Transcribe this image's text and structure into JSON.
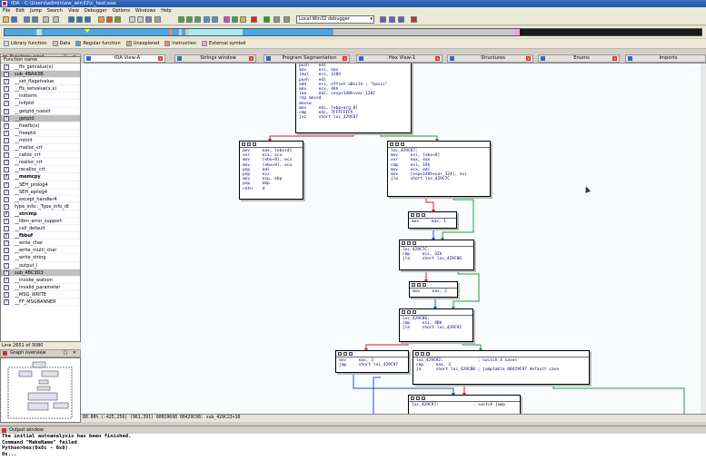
{
  "window": {
    "title": "IDA - C:\\Users\\admin\\ew_win32\\c_test.exe"
  },
  "menu": [
    "File",
    "Edit",
    "Jump",
    "Search",
    "View",
    "Debugger",
    "Options",
    "Windows",
    "Help"
  ],
  "toolbar": {
    "debugger_select": "Local Win32 debugger"
  },
  "legend": [
    {
      "label": "Library function",
      "color": "#a8e8f0"
    },
    {
      "label": "Data",
      "color": "#c8c8c8"
    },
    {
      "label": "Regular function",
      "color": "#48a8e8"
    },
    {
      "label": "Unexplored",
      "color": "#b4b08c"
    },
    {
      "label": "Instruction",
      "color": "#f08080"
    },
    {
      "label": "External symbol",
      "color": "#f0a0f0"
    }
  ],
  "functions_panel": {
    "title": "Functions wind...",
    "column": "Function name",
    "items": [
      {
        "name": "__ffs_getvalue(x)"
      },
      {
        "name": "sub_4BAA3B",
        "selected": true
      },
      {
        "name": "__set_flagetvalue"
      },
      {
        "name": "__ffs_setvalue(x,x)"
      },
      {
        "name": "__initterm"
      },
      {
        "name": "__initptd"
      },
      {
        "name": "__getptd_noexit"
      },
      {
        "name": "__getptd",
        "selected": true
      },
      {
        "name": "__freefls(x)"
      },
      {
        "name": "__freeptd"
      },
      {
        "name": "__mtinit"
      },
      {
        "name": "__malloc_crt"
      },
      {
        "name": "__calloc_crt"
      },
      {
        "name": "__realloc_crt"
      },
      {
        "name": "__recalloc_crt"
      },
      {
        "name": "__memcpy",
        "bold": true
      },
      {
        "name": "__SEH_prolog4"
      },
      {
        "name": "__SEH_epilog4"
      },
      {
        "name": "__except_handler4"
      },
      {
        "name": "type_info::_Type_info_dt"
      },
      {
        "name": "__strcmp",
        "bold": true
      },
      {
        "name": "__libm_error_support"
      },
      {
        "name": "__cxil_default"
      },
      {
        "name": "__fbbuf",
        "bold": true
      },
      {
        "name": "__write_char"
      },
      {
        "name": "__write_multi_char"
      },
      {
        "name": "__write_string"
      },
      {
        "name": "__output_l"
      },
      {
        "name": "sub_4BC3D3",
        "selected": true
      },
      {
        "name": "__invoke_watson"
      },
      {
        "name": "__invalid_parameter"
      },
      {
        "name": "__MSG_WRITE"
      },
      {
        "name": "__FF_MSGBANNER"
      }
    ],
    "status": "Line 2651 of 3080"
  },
  "overview_panel": {
    "title": "Graph overview"
  },
  "tabs": [
    {
      "label": "IDA View-A"
    },
    {
      "label": "Strings window"
    },
    {
      "label": "Program Segmentation"
    },
    {
      "label": "Hex View-1"
    },
    {
      "label": "Structures"
    },
    {
      "label": "Enums"
    },
    {
      "label": "Imports"
    }
  ],
  "nodes": {
    "n_top": "push    edi\nmov     esi, eax\nimul    esi, 128h\npush    edi\nadd     esi, offset aBsite ; \"basic\"\nmov     ecx, 4Ah\nlea     edi, [esp+148h+var_120]\nrep movsd\nmovsw\nmov     edi, [ebp+arg_0]\ncmp     edi, 7FFFFFFFh\njnz     short loc_429C67",
    "n_left": "mov     eax, [ebx+4]\nxor     ecx, ecx\nmov     [ebx+8], ecx\nmov     [ebx+8], ecx\npop     edi\npop     esi\nmov     esp, ebp\npop     ebp\nretn    4",
    "n_right": "loc_429C67:\nmov     esi, [ebx+8]\nxor     eax, eax\ncmp     esi, 19h\nmov     ecx, edi\nmov     [esp+148h+var_124], esi\njle     short loc_429C7C",
    "n_m1": "mov     eax, 1",
    "n_m2": "loc_429C7C:\ncmp     esi, 32h\njle     short loc_429C86",
    "n_m3": "mov     eax, 2",
    "n_m4": "loc_429C86:\ncmp     esi, 4Bh\njle     short loc_429C92",
    "n_m5": "mov     eax, 3\njmp     short loc_429C97",
    "n_m6": "loc_429C92:              ; switch 4 cases\ncmp     eax, 3\nja      short loc_429CB0 ; jumptable 00429C97 default case",
    "n_m7": "loc_429C97:              ; switch jump"
  },
  "graph_status": "80.00% (-425,256) (961,391) 00029698 00429C98: sub_429C23+18",
  "output": {
    "title": "Output window",
    "lines": [
      "The initial autoanalysis has been finished.",
      "Command \"MakeName\" failed",
      "Python>hex(0x8c - 0x8)",
      "0x..."
    ]
  }
}
